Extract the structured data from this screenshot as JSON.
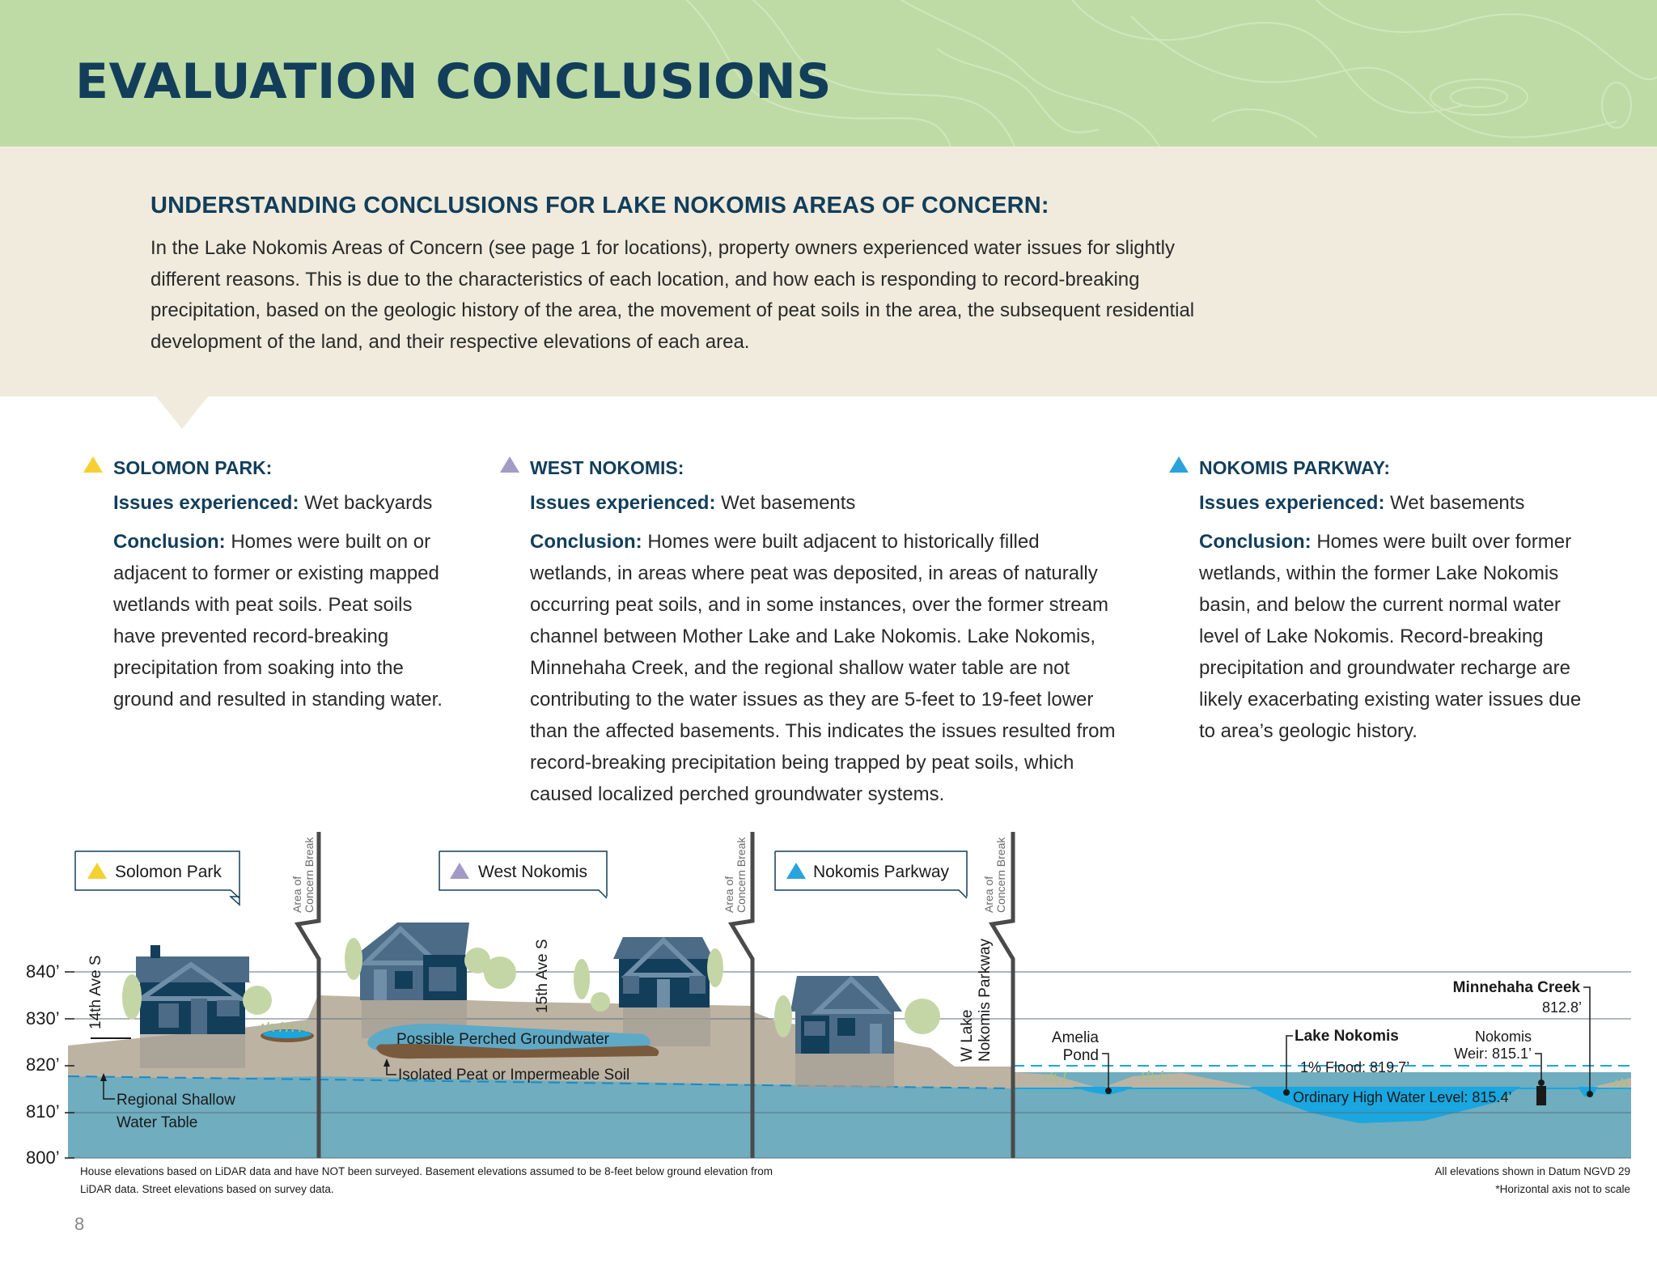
{
  "header": {
    "title": "EVALUATION CONCLUSIONS"
  },
  "intro": {
    "heading": "UNDERSTANDING CONCLUSIONS FOR LAKE NOKOMIS AREAS OF CONCERN:",
    "body": "In the Lake Nokomis Areas of Concern (see page 1 for locations), property owners experienced water issues for slightly different reasons. This is due to the characteristics of each location, and how each is responding to record-breaking precipitation, based on the geologic history of the area, the movement of peat soils in the area, the subsequent residential development of the land, and their respective elevations of each area."
  },
  "areas": [
    {
      "title": "SOLOMON PARK:",
      "color": "#f5d033",
      "issues_label": "Issues experienced:",
      "issues_value": "Wet backyards",
      "conclusion_label": "Conclusion:",
      "conclusion_text": "Homes were built on or adjacent to former or existing mapped wetlands with peat soils. Peat soils have prevented record-breaking precipitation from soaking into the ground and resulted in standing water."
    },
    {
      "title": "WEST NOKOMIS:",
      "color": "#a39ac6",
      "issues_label": "Issues experienced:",
      "issues_value": "Wet basements",
      "conclusion_label": "Conclusion:",
      "conclusion_text": "Homes were built adjacent to historically filled wetlands, in areas where peat was deposited, in areas of naturally occurring peat soils, and in some instances, over the former stream channel between Mother Lake and Lake Nokomis. Lake Nokomis, Minnehaha Creek, and the regional shallow water table are not contributing to the water issues as they are 5-feet to 19-feet lower than the affected basements. This indicates the issues resulted from record-breaking precipitation being trapped by peat soils, which caused localized perched groundwater systems."
    },
    {
      "title": "NOKOMIS PARKWAY:",
      "color": "#2aa3dc",
      "issues_label": "Issues experienced:",
      "issues_value": "Wet basements",
      "conclusion_label": "Conclusion:",
      "conclusion_text": "Homes were built over former wetlands, within the former Lake Nokomis basin, and below the current normal water level of Lake Nokomis. Record-breaking precipitation and groundwater recharge are likely exacerbating existing water issues due to area’s geologic history."
    }
  ],
  "diagram": {
    "callouts": [
      "Solomon Park",
      "West Nokomis",
      "Nokomis Parkway"
    ],
    "area_break_line1": "Area of",
    "area_break_line2": "Concern Break",
    "elevation_ticks": [
      "840’",
      "830’",
      "820’",
      "810’",
      "800’"
    ],
    "streets": {
      "s14": "14th Ave S",
      "s15": "15th Ave S",
      "wlake1": "W Lake",
      "wlake2": "Nokomis Parkway"
    },
    "labels": {
      "perched": "Possible Perched Groundwater",
      "peat": "Isolated Peat or Impermeable Soil",
      "water_table_1": "Regional Shallow",
      "water_table_2": "Water Table",
      "amelia_1": "Amelia",
      "amelia_2": "Pond",
      "lake_nokomis": "Lake Nokomis",
      "flood": "1% Flood: 819.7’",
      "ohwl": "Ordinary High Water Level: 815.4’",
      "weir_1": "Nokomis",
      "weir_2": "Weir: 815.1’",
      "creek_1": "Minnehaha Creek",
      "creek_2": "812.8’"
    },
    "colors": {
      "ground": "#bdb3a3",
      "water_table": "#6fadbf",
      "surface_water": "#1aa6df",
      "house": "#4b6b86",
      "house_dark": "#123e5a",
      "tree": "#c5d6a6",
      "peat": "#7a5a3c"
    }
  },
  "footnotes": {
    "left": "House elevations based on LiDAR data and have NOT been surveyed. Basement elevations assumed to be 8-feet below ground elevation from LiDAR data. Street elevations based on survey data.",
    "right_1": "All elevations shown in Datum NGVD 29",
    "right_2": "*Horizontal axis not to scale"
  },
  "page_number": "8"
}
